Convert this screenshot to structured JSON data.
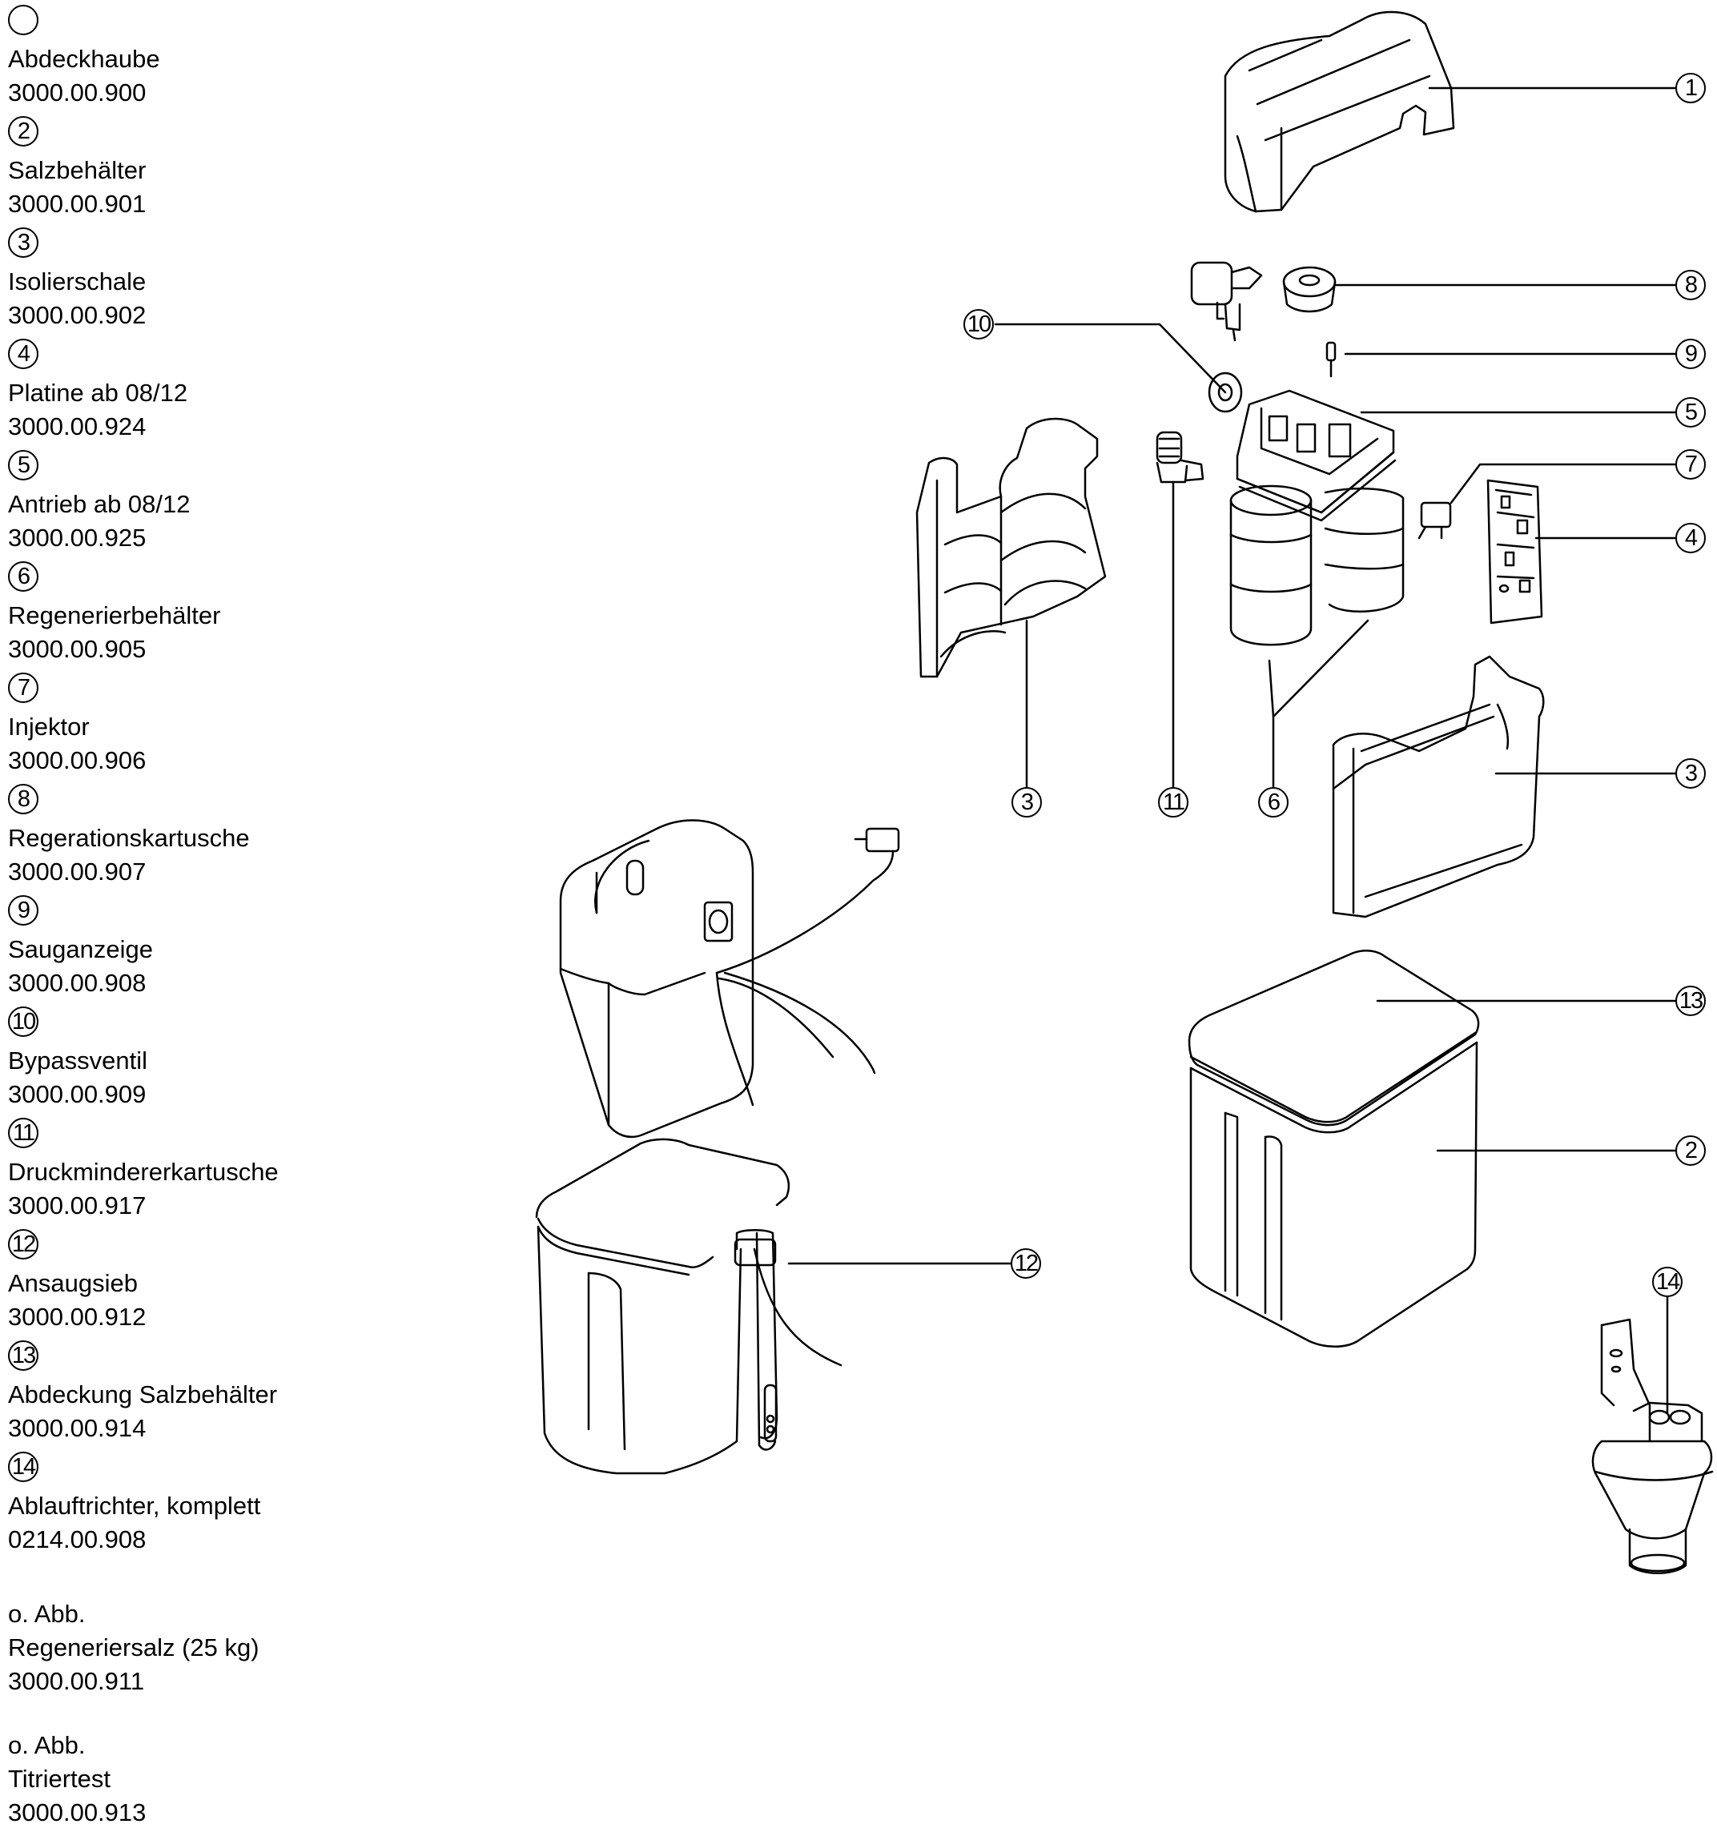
{
  "parts": [
    {
      "num": "",
      "name": "Abdeckhaube",
      "code": "3000.00.900"
    },
    {
      "num": "2",
      "name": "Salzbehälter",
      "code": "3000.00.901"
    },
    {
      "num": "3",
      "name": "Isolierschale",
      "code": "3000.00.902"
    },
    {
      "num": "4",
      "name": "Platine ab 08/12",
      "code": "3000.00.924"
    },
    {
      "num": "5",
      "name": "Antrieb ab 08/12",
      "code": "3000.00.925"
    },
    {
      "num": "6",
      "name": "Regenerierbehälter",
      "code": "3000.00.905"
    },
    {
      "num": "7",
      "name": "Injektor",
      "code": "3000.00.906"
    },
    {
      "num": "8",
      "name": "Regerationskartusche",
      "code": "3000.00.907"
    },
    {
      "num": "9",
      "name": "Sauganzeige",
      "code": "3000.00.908"
    },
    {
      "num": "10",
      "name": "Bypassventil",
      "code": "3000.00.909"
    },
    {
      "num": "11",
      "name": "Druckmindererkartusche",
      "code": "3000.00.917"
    },
    {
      "num": "12",
      "name": "Ansaugsieb",
      "code": "3000.00.912"
    },
    {
      "num": "13",
      "name": "Abdeckung Salzbehälter",
      "code": "3000.00.914"
    },
    {
      "num": "14",
      "name": "Ablauftrichter, komplett",
      "code": "0214.00.908"
    }
  ],
  "extras": [
    {
      "note": "o. Abb.",
      "name": "Regeneriersalz (25 kg)",
      "code": "3000.00.911"
    },
    {
      "note": "o. Abb.",
      "name": "Titriertest",
      "code": "3000.00.913"
    }
  ],
  "callouts": {
    "c1": "1",
    "c8": "8",
    "c10": "10",
    "c9": "9",
    "c5": "5",
    "c7": "7",
    "c4": "4",
    "c3a": "3",
    "c11": "11",
    "c6": "6",
    "c3b": "3",
    "c13": "13",
    "c2": "2",
    "c12": "12",
    "c14": "14"
  }
}
